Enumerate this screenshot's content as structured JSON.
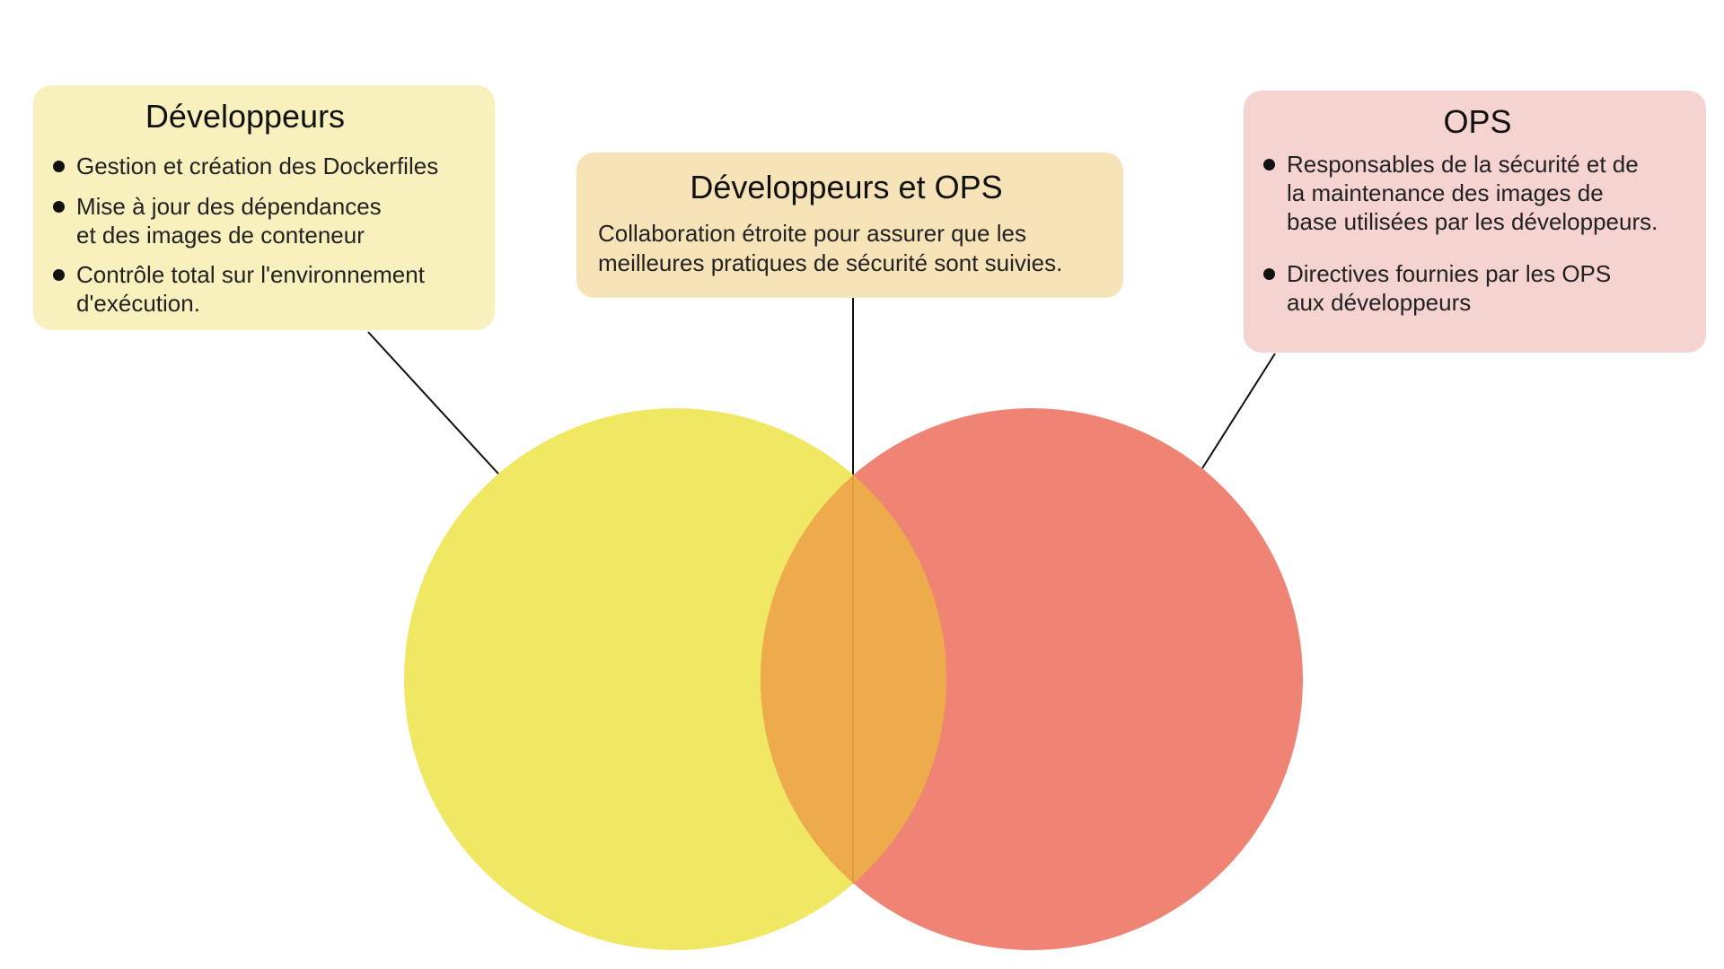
{
  "diagram": {
    "type": "venn",
    "sets": [
      {
        "id": "developers",
        "title": "Développeurs",
        "color": "#f0e762",
        "card_color": "#f8f1bd",
        "items": [
          {
            "lines": [
              "Gestion et création des Dockerfiles"
            ]
          },
          {
            "lines": [
              "Mise à jour des dépendances",
              "et des images de conteneur"
            ]
          },
          {
            "lines": [
              "Contrôle total sur l'environnement",
              "d'exécution."
            ]
          }
        ]
      },
      {
        "id": "ops",
        "title": "OPS",
        "color": "#ef8475",
        "card_color": "#f4d3d0",
        "items": [
          {
            "lines": [
              "Responsables de la sécurité et de",
              "la maintenance des images de",
              "base utilisées par les développeurs."
            ]
          },
          {
            "lines": [
              "Directives fournies par les OPS",
              "aux développeurs"
            ]
          }
        ]
      }
    ],
    "intersection": {
      "title": "Développeurs et OPS",
      "color": "#eeab4c",
      "card_color": "#f7e3b8",
      "lines": [
        "Collaboration étroite pour assurer que les",
        "meilleures pratiques de sécurité sont suivies."
      ]
    }
  }
}
